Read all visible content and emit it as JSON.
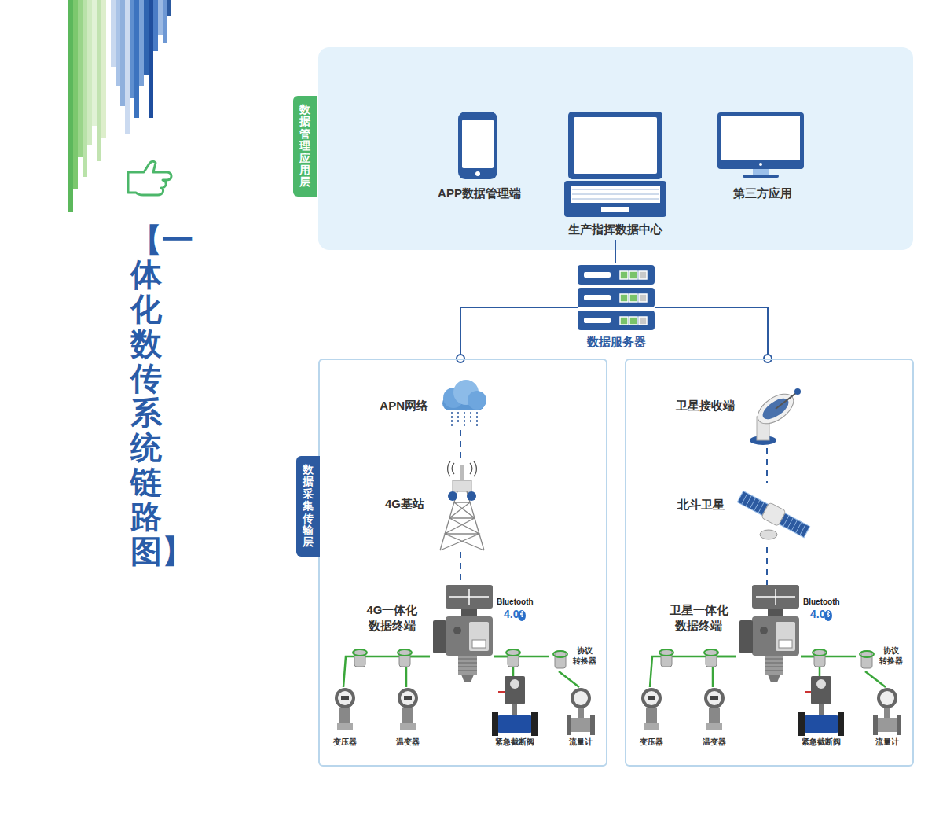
{
  "diagram": {
    "title": "【一体化数传系统链路图】",
    "nodes": [
      {
        "text": [
          "数据管理应用层"
        ]
      },
      {
        "text": [
          "APP数据管理端"
        ],
        "in": 0
      },
      {
        "text": [
          "生产指挥数据中心"
        ],
        "in": 0
      },
      {
        "text": [
          "第三方应用"
        ],
        "in": 0
      },
      {
        "text": [
          "数据服务器"
        ]
      },
      {
        "text": [
          "数据采集传输层"
        ]
      },
      {
        "text": [
          "APN网络"
        ],
        "in": 5
      },
      {
        "text": [
          "4G基站"
        ],
        "in": 5
      },
      {
        "text": [
          "4G一体化 数据终端"
        ],
        "in": 5
      },
      {
        "text": [
          "变压器"
        ],
        "in": 5
      },
      {
        "text": [
          "温变器"
        ],
        "in": 5
      },
      {
        "text": [
          "紧急截断阀"
        ],
        "in": 5
      },
      {
        "text": [
          "协议 转换器"
        ],
        "in": 5
      },
      {
        "text": [
          "流量计"
        ],
        "in": 5
      },
      {
        "text": []
      },
      {
        "text": [
          "卫星接收端"
        ],
        "in": 14
      },
      {
        "text": [
          "北斗卫星"
        ],
        "in": 14
      },
      {
        "text": [
          "卫星一体化 数据终端"
        ],
        "in": 14
      },
      {
        "text": [
          "变压器"
        ],
        "in": 14
      },
      {
        "text": [
          "温变器"
        ],
        "in": 14
      },
      {
        "text": [
          "紧急截断阀"
        ],
        "in": 14
      },
      {
        "text": [
          "协议 转换器"
        ],
        "in": 14
      },
      {
        "text": [
          "流量计"
        ],
        "in": 14
      }
    ],
    "edges": [
      {
        "from": 2,
        "to": 4,
        "arrow": "none"
      },
      {
        "from": 4,
        "to": 5,
        "arrow": "none"
      },
      {
        "from": 4,
        "to": 14,
        "arrow": "none"
      },
      {
        "from": 6,
        "to": 7,
        "arrow": "none"
      },
      {
        "from": 7,
        "to": 8,
        "arrow": "none"
      },
      {
        "from": 8,
        "to": 9,
        "arrow": "none"
      },
      {
        "from": 8,
        "to": 10,
        "arrow": "none"
      },
      {
        "from": 8,
        "to": 11,
        "arrow": "none"
      },
      {
        "from": 8,
        "to": 12,
        "arrow": "none"
      },
      {
        "from": 12,
        "to": 13,
        "arrow": "none"
      },
      {
        "from": 15,
        "to": 16,
        "arrow": "none"
      },
      {
        "from": 16,
        "to": 17,
        "arrow": "none"
      },
      {
        "from": 17,
        "to": 18,
        "arrow": "none"
      },
      {
        "from": 17,
        "to": 19,
        "arrow": "none"
      },
      {
        "from": 17,
        "to": 20,
        "arrow": "none"
      },
      {
        "from": 17,
        "to": 21,
        "arrow": "none"
      },
      {
        "from": 21,
        "to": 22,
        "arrow": "none"
      }
    ],
    "labels": [
      "Bluetooth",
      "4.0",
      "Bluetooth",
      "4.0"
    ]
  }
}
